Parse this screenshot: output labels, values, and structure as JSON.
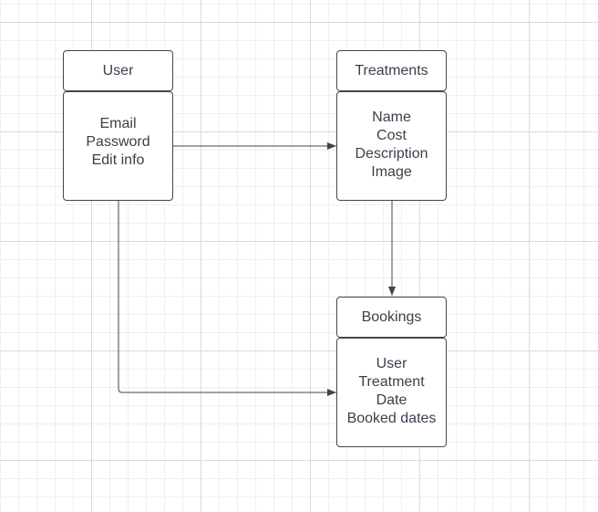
{
  "entities": {
    "user": {
      "title": "User",
      "fields": [
        "Email",
        "Password",
        "Edit info"
      ]
    },
    "treatments": {
      "title": "Treatments",
      "fields": [
        "Name",
        "Cost",
        "Description",
        "Image"
      ]
    },
    "bookings": {
      "title": "Bookings",
      "fields": [
        "User",
        "Treatment",
        "Date",
        "Booked dates"
      ]
    }
  },
  "connections": [
    {
      "from": "user",
      "to": "treatments"
    },
    {
      "from": "treatments",
      "to": "bookings"
    },
    {
      "from": "user",
      "to": "bookings"
    }
  ],
  "colors": {
    "stroke": "#3f4652",
    "text": "#3a404c",
    "grid_major": "#d9d9d9",
    "grid_minor": "#efefef"
  }
}
